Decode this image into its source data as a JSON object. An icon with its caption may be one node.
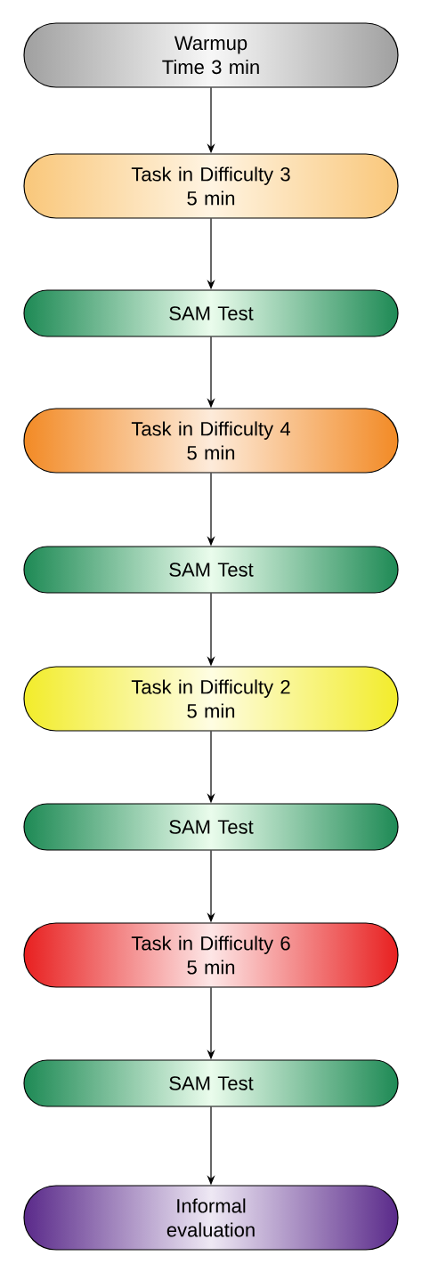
{
  "diagram": {
    "nodes": [
      {
        "text": [
          "Warmup",
          "Time 3 min"
        ]
      },
      {
        "text": [
          "Task in Difficulty 3",
          "5 min"
        ]
      },
      {
        "text": [
          "SAM Test"
        ]
      },
      {
        "text": [
          "Task in Difficulty 4",
          "5 min"
        ]
      },
      {
        "text": [
          "SAM Test"
        ]
      },
      {
        "text": [
          "Task in Difficulty 2",
          "5 min"
        ]
      },
      {
        "text": [
          "SAM Test"
        ]
      },
      {
        "text": [
          "Task in Difficulty 6",
          "5 min"
        ]
      },
      {
        "text": [
          "SAM Test"
        ]
      },
      {
        "text": [
          "Informal evaluation"
        ]
      }
    ],
    "edges": [
      {
        "from": 0,
        "to": 1,
        "arrow": "to"
      },
      {
        "from": 1,
        "to": 2,
        "arrow": "to"
      },
      {
        "from": 2,
        "to": 3,
        "arrow": "to"
      },
      {
        "from": 3,
        "to": 4,
        "arrow": "to"
      },
      {
        "from": 4,
        "to": 5,
        "arrow": "to"
      },
      {
        "from": 5,
        "to": 6,
        "arrow": "to"
      },
      {
        "from": 6,
        "to": 7,
        "arrow": "to"
      },
      {
        "from": 7,
        "to": 8,
        "arrow": "to"
      },
      {
        "from": 8,
        "to": 9,
        "arrow": "to"
      }
    ]
  }
}
